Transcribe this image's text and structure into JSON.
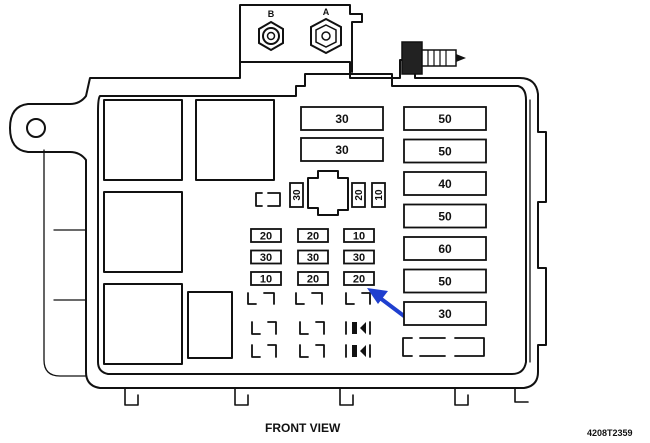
{
  "terminals": {
    "left": "B",
    "right": "A"
  },
  "caption": "FRONT VIEW",
  "figure_id": "4208T2359",
  "colors": {
    "ink": "#111111",
    "arrow": "#1f3fcf"
  },
  "icons": [
    "mounting-hole-icon",
    "terminal-stud-icon",
    "connector-bolt-icon",
    "pointer-arrow-icon"
  ],
  "maxi_fuses_center": [
    "30",
    "30"
  ],
  "maxi_fuses_right": [
    "50",
    "50",
    "40",
    "50",
    "60",
    "50",
    "30"
  ],
  "relay_fuses": [
    "30",
    "20",
    "10"
  ],
  "mini_fuses": [
    [
      "20",
      "20",
      "10"
    ],
    [
      "30",
      "30",
      "30"
    ],
    [
      "10",
      "20",
      "20"
    ]
  ]
}
